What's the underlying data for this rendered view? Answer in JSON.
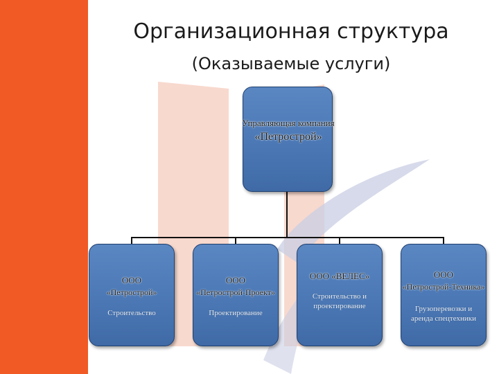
{
  "slide": {
    "title": "Организационная структура",
    "subtitle": "(Оказываемые услуги)",
    "accent_color": "#f15a24",
    "box_color": "#4a77b4"
  },
  "root": {
    "line1": "Управляющая компания",
    "line2": "«Петрострой»"
  },
  "children": [
    {
      "org_type": "ООО",
      "org_name": "«Петрострой»",
      "service": "Строительство"
    },
    {
      "org_type": "ООО",
      "org_name": "«Петрострой-Проект»",
      "service": "Проектирование"
    },
    {
      "org_type": "ООО «ВЕЛЕС»",
      "org_name": "",
      "service": "Строительство и проектирование"
    },
    {
      "org_type": "ООО",
      "org_name": "«Петрострой-Техника»",
      "service": "Грузоперевозки и аренда спецтехники"
    }
  ]
}
